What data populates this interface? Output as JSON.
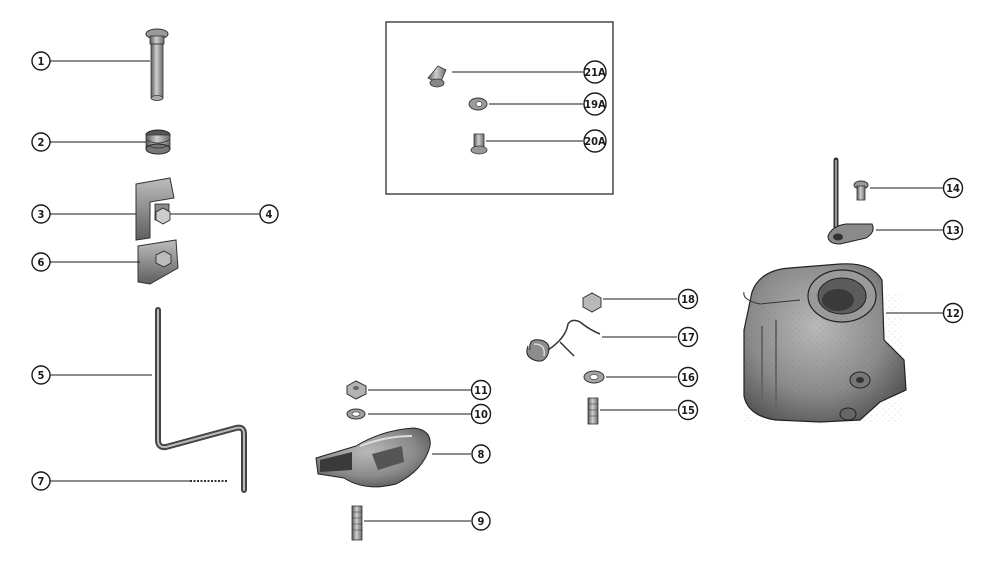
{
  "callouts": [
    {
      "id": "c1",
      "label": "1"
    },
    {
      "id": "c2",
      "label": "2"
    },
    {
      "id": "c3",
      "label": "3"
    },
    {
      "id": "c4",
      "label": "4"
    },
    {
      "id": "c5",
      "label": "5"
    },
    {
      "id": "c6",
      "label": "6"
    },
    {
      "id": "c7",
      "label": "7"
    },
    {
      "id": "c8",
      "label": "8"
    },
    {
      "id": "c9",
      "label": "9"
    },
    {
      "id": "c10",
      "label": "10"
    },
    {
      "id": "c11",
      "label": "11"
    },
    {
      "id": "c12",
      "label": "12"
    },
    {
      "id": "c13",
      "label": "13"
    },
    {
      "id": "c14",
      "label": "14"
    },
    {
      "id": "c15",
      "label": "15"
    },
    {
      "id": "c16",
      "label": "16"
    },
    {
      "id": "c17",
      "label": "17"
    },
    {
      "id": "c18",
      "label": "18"
    },
    {
      "id": "c19A",
      "label": "19A"
    },
    {
      "id": "c20A",
      "label": "20A"
    },
    {
      "id": "c21A",
      "label": "21A"
    }
  ],
  "colors": {
    "ink": "#1a1a1a",
    "metal_dark": "#6e6e6e",
    "metal_mid": "#9a9a9a",
    "metal_light": "#cfcfcf",
    "paper": "#ffffff"
  }
}
